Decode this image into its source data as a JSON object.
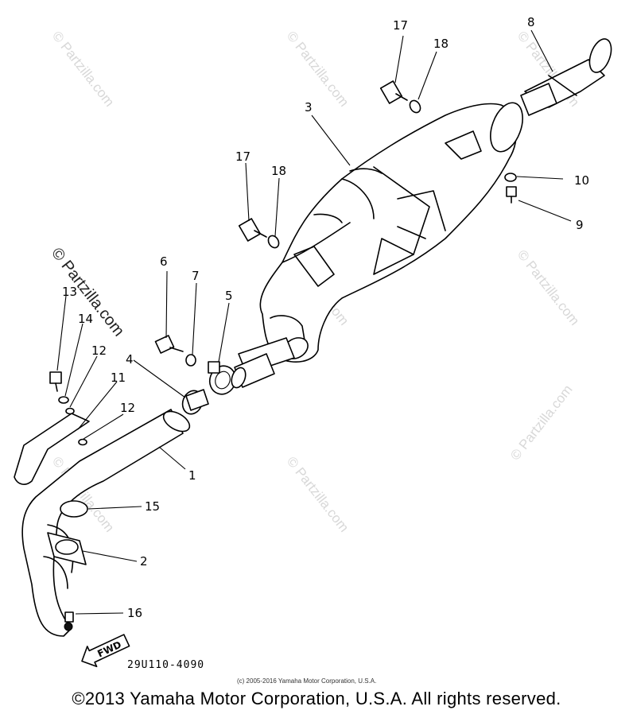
{
  "diagram": {
    "callouts": [
      "1",
      "2",
      "3",
      "4",
      "5",
      "6",
      "7",
      "8",
      "9",
      "10",
      "11",
      "12",
      "13",
      "14",
      "15",
      "16",
      "17",
      "18"
    ],
    "repeat_labels": {
      "twelve_b": "12",
      "seventeen_b": "17",
      "eighteen_b": "18"
    },
    "fwd_arrow_text": "FWD",
    "drawing_code": "29U110-4090",
    "source_note": "(c) 2005-2016 Yamaha Motor Corporation, U.S.A.",
    "watermark": "© Partzilla.com"
  },
  "footer": {
    "copyright": "©2013 Yamaha Motor Corporation, U.S.A. All rights reserved."
  }
}
